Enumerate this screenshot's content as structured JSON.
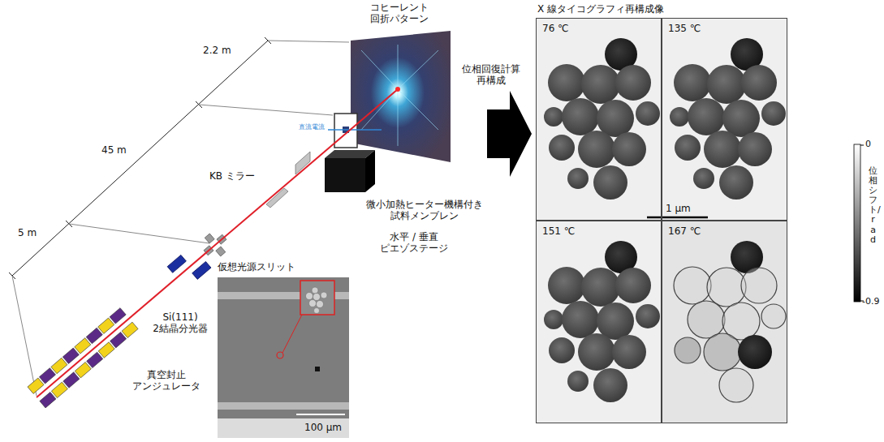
{
  "diagram": {
    "nodes": [
      {
        "text": [
          "X 線タイコグラフィ再構成像"
        ]
      },
      {
        "text": [
          "76 ℃"
        ],
        "in": 0
      },
      {
        "text": [
          "135 ℃"
        ],
        "in": 0
      },
      {
        "text": [
          "151 ℃"
        ],
        "in": 0
      },
      {
        "text": [
          "167 ℃"
        ],
        "in": 0
      }
    ],
    "labels": [
      "コヒーレント 回折パターン",
      "2.2 m",
      "45 m",
      "5 m",
      "直流電流",
      "KB ミラー",
      "微小加熱ヒーター機構付き 試料メンブレン",
      "水平 / 垂直 ピエゾステージ",
      "仮想光源スリット",
      "Si(111) 2結晶分光器",
      "真空封止 アンジュレータ",
      "100 μm",
      "位相回復計算 再構成",
      "1 μm",
      "0",
      "-0.9",
      "位相シフト/rad"
    ]
  }
}
